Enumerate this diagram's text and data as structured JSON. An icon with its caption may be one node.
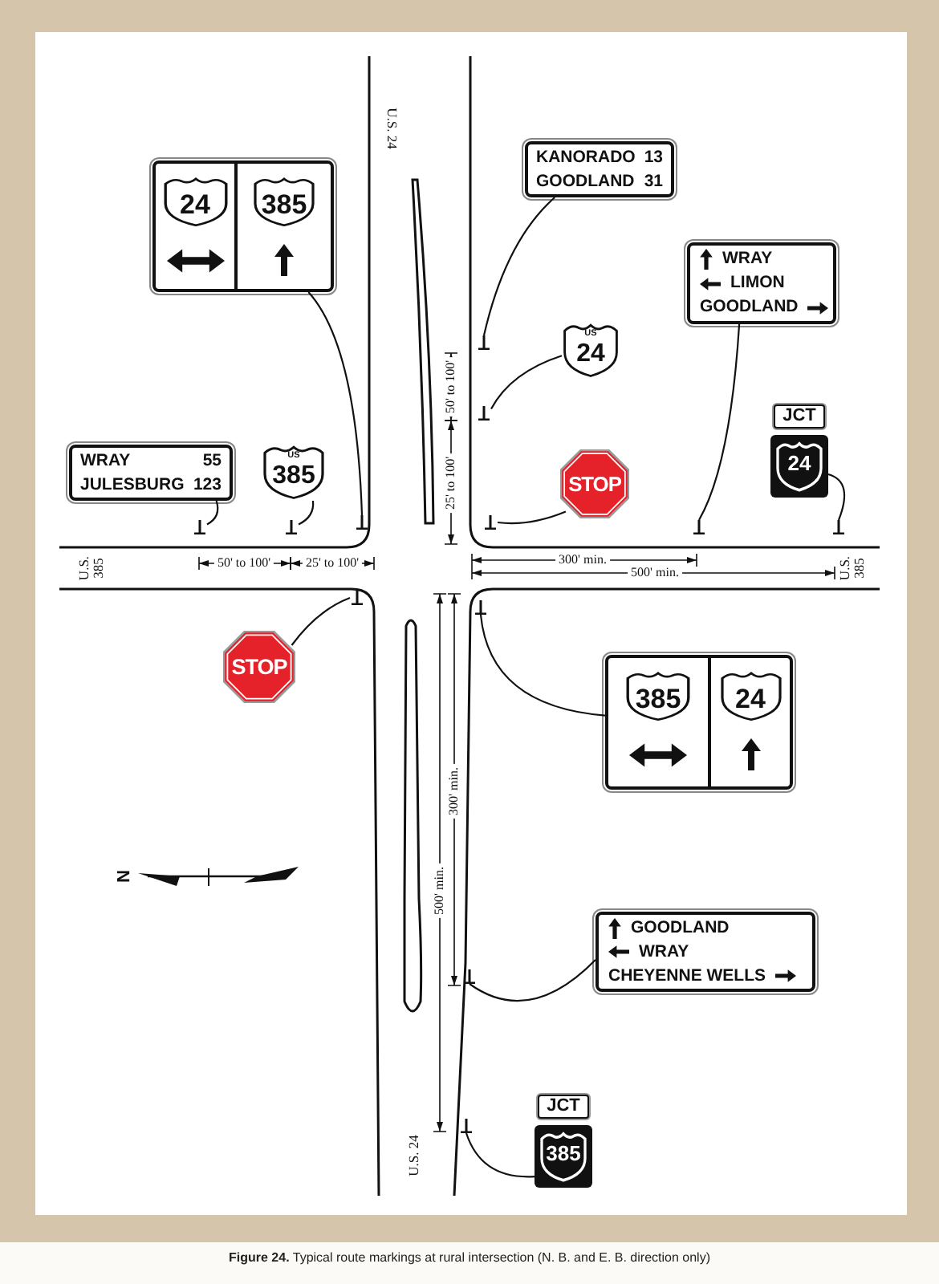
{
  "diagram": {
    "caption": "**Figure 24.** Typical route markings at rural intersection (N. B. and E. B. direction only)",
    "nodes": [
      {
        "text": [
          "24",
          "385"
        ]
      },
      {
        "text": [
          "WRAY",
          "55",
          "JULESBURG",
          "123"
        ]
      },
      {
        "text": [
          "US",
          "385"
        ]
      },
      {
        "text": [
          "KANORADO",
          "13",
          "GOODLAND",
          "31"
        ]
      },
      {
        "text": [
          "US",
          "24"
        ]
      },
      {
        "text": [
          "STOP"
        ]
      },
      {
        "text": [
          "WRAY",
          "LIMON",
          "GOODLAND"
        ]
      },
      {
        "text": [
          "JCT",
          "24"
        ]
      },
      {
        "text": [
          "STOP"
        ]
      },
      {
        "text": [
          "385",
          "24"
        ]
      },
      {
        "text": [
          "GOODLAND",
          "WRAY",
          "CHEYENNE WELLS"
        ]
      },
      {
        "text": [
          "JCT",
          "385"
        ]
      },
      {
        "text": [],
        "shape": "post"
      },
      {
        "text": [],
        "shape": "post"
      },
      {
        "text": [],
        "shape": "post"
      },
      {
        "text": [],
        "shape": "post"
      },
      {
        "text": [],
        "shape": "post"
      },
      {
        "text": [],
        "shape": "post"
      },
      {
        "text": [],
        "shape": "post"
      },
      {
        "text": [],
        "shape": "post"
      },
      {
        "text": [],
        "shape": "post"
      },
      {
        "text": [],
        "shape": "post"
      },
      {
        "text": [],
        "shape": "post"
      },
      {
        "text": [],
        "shape": "post"
      }
    ],
    "edges": [
      {
        "from": 0,
        "to": 12,
        "arrow": "none"
      },
      {
        "from": 1,
        "to": 13,
        "arrow": "none"
      },
      {
        "from": 2,
        "to": 14,
        "arrow": "none"
      },
      {
        "from": 3,
        "to": 15,
        "arrow": "none"
      },
      {
        "from": 4,
        "to": 16,
        "arrow": "none"
      },
      {
        "from": 5,
        "to": 17,
        "arrow": "none"
      },
      {
        "from": 6,
        "to": 18,
        "arrow": "none"
      },
      {
        "from": 7,
        "to": 19,
        "arrow": "none"
      },
      {
        "from": 8,
        "to": 20,
        "arrow": "none"
      },
      {
        "from": 9,
        "to": 21,
        "arrow": "none"
      },
      {
        "from": 10,
        "to": 22,
        "arrow": "none"
      },
      {
        "from": 11,
        "to": 23,
        "arrow": "none"
      }
    ],
    "labels": [
      "U.S. 24",
      "50' to 100'",
      "25' to 100'",
      "U.S. 385",
      "50' to 100'",
      "25' to 100'",
      "300' min.",
      "500' min.",
      "U.S. 385",
      "300' min.",
      "500' min.",
      "N",
      "U.S. 24"
    ]
  }
}
